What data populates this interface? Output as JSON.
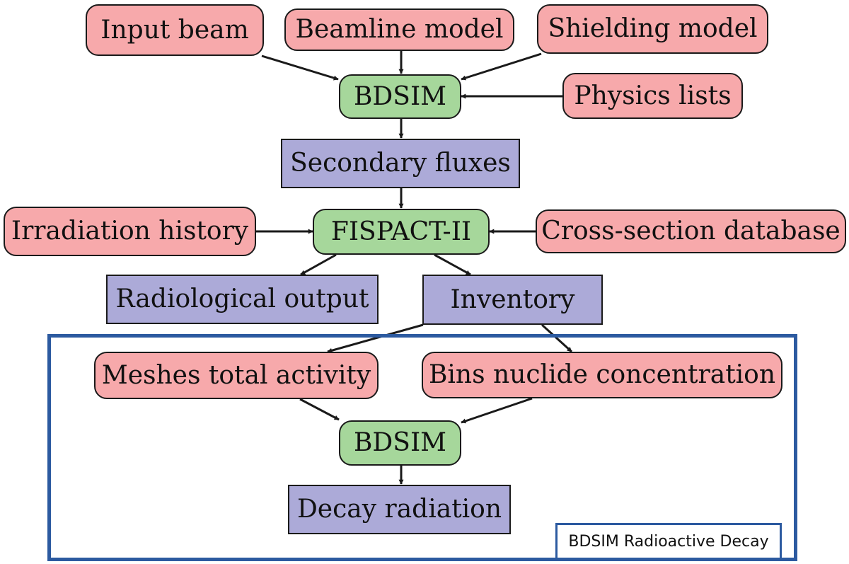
{
  "nodes": {
    "input_beam": "Input beam",
    "beamline_model": "Beamline model",
    "shielding_model": "Shielding model",
    "physics_lists": "Physics lists",
    "bdsim_top": "BDSIM",
    "secondary_fluxes": "Secondary fluxes",
    "irradiation_history": "Irradiation history",
    "fispact": "FISPACT-II",
    "cross_section_database": "Cross-section database",
    "radiological_output": "Radiological output",
    "inventory": "Inventory",
    "meshes_total_activity": "Meshes total activity",
    "bins_nuclide_concentration": "Bins nuclide concentration",
    "bdsim_bottom": "BDSIM",
    "decay_radiation": "Decay radiation"
  },
  "frame_label": "BDSIM Radioactive Decay",
  "colors": {
    "input_fill": "#f7a9ab",
    "tool_fill": "#a6d79b",
    "output_fill": "#acaad8",
    "frame_border": "#2c5aa0",
    "arrow": "#1a1a1a"
  }
}
